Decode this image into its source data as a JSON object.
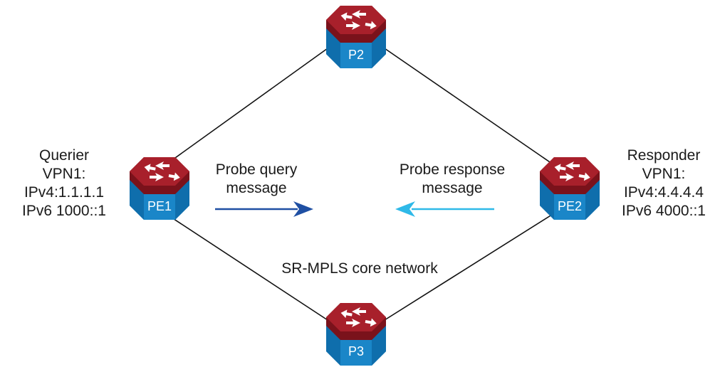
{
  "routers": {
    "p2": {
      "name": "P2"
    },
    "pe1": {
      "name": "PE1"
    },
    "pe2": {
      "name": "PE2"
    },
    "p3": {
      "name": "P3"
    }
  },
  "querier": {
    "role": "Querier",
    "vpn": "VPN1:",
    "ipv4": "IPv4:1.1.1.1",
    "ipv6": "IPv6 1000::1"
  },
  "responder": {
    "role": "Responder",
    "vpn": "VPN1:",
    "ipv4": "IPv4:4.4.4.4",
    "ipv6": "IPv6 4000::1"
  },
  "probe_query": {
    "line1": "Probe query",
    "line2": "message"
  },
  "probe_response": {
    "line1": "Probe response",
    "line2": "message"
  },
  "network": {
    "label": "SR-MPLS core network"
  },
  "colors": {
    "router_top": "#a8202b",
    "router_top_dark": "#7a121b",
    "router_body": "#1a86c8",
    "router_body_dark": "#0c5f98",
    "query_arrow": "#1f4fa3",
    "response_arrow": "#2fb9e8",
    "link": "#000000"
  }
}
